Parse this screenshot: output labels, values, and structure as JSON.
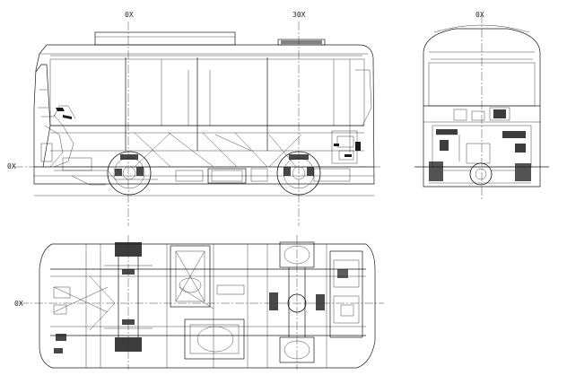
{
  "labels": {
    "axis_0x": "0X",
    "axis_30x": "30X",
    "axis_front": "0X",
    "axis_rear": "0X",
    "axis_under": "0X"
  }
}
